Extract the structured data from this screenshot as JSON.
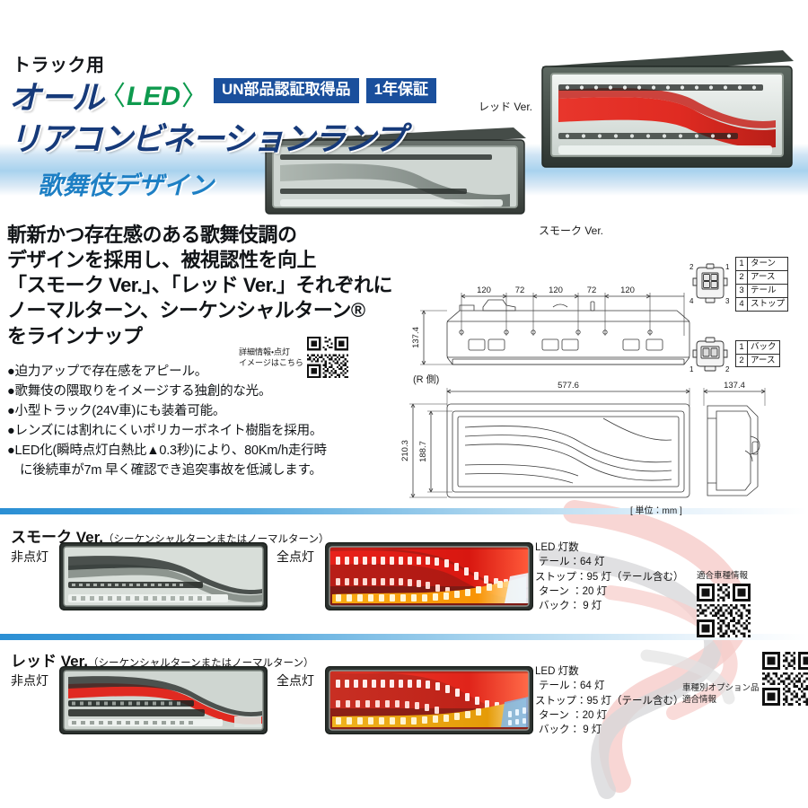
{
  "header": {
    "kicker": "トラック用",
    "title_line1_prefix": "オール",
    "led_text": "LED",
    "title_line2": "リアコンビネーションランプ",
    "badges": [
      "UN部品認証取得品",
      "1年保証"
    ],
    "banner": "歌舞伎デザイン",
    "accent_blue": "#163a7a",
    "badge_blue": "#1a4f9c",
    "led_green": "#0e9a4e",
    "banner_blue": "#1d7fc4"
  },
  "hero": {
    "label_red": "レッド Ver.",
    "label_smoke": "スモーク Ver."
  },
  "copy": {
    "headline": [
      "斬新かつ存在感のある歌舞伎調の",
      "デザインを採用し、被視認性を向上",
      "「スモーク Ver.」、「レッド Ver.」それぞれに",
      "ノーマルターン、シーケンシャルターン®",
      "をラインナップ"
    ],
    "bullets": [
      {
        "text": "●迫力アップで存在感をアピール。",
        "cont": ""
      },
      {
        "text": "●歌舞伎の隈取りをイメージする独創的な光。",
        "cont": ""
      },
      {
        "text": "●小型トラック(24V車)にも装着可能。",
        "cont": ""
      },
      {
        "text": "●レンズには割れにくいポリカーボネイト樹脂を採用。",
        "cont": ""
      },
      {
        "text": "●LED化(瞬時点灯白熱比▲0.3秒)により、80Km/h走行時",
        "cont": "に後続車が7m 早く確認でき追突事故を低減します。"
      }
    ],
    "qr_caption_line1": "詳細情報・点灯",
    "qr_caption_line2": "イメージはこちら"
  },
  "tech": {
    "side_label": "(R 側)",
    "unit_note": "[ 単位：mm ]",
    "top_dims": [
      "120",
      "72",
      "120",
      "72",
      "120"
    ],
    "height_dim": "137.4",
    "length_dim": "577.6",
    "depth_dim": "137.4",
    "front_height_outer": "210.3",
    "front_height_inner": "188.7"
  },
  "connectors": [
    {
      "pin_labels": [
        "2",
        "1",
        "4",
        "3"
      ],
      "rows": [
        {
          "num": "1",
          "label": "ターン"
        },
        {
          "num": "2",
          "label": "アース"
        },
        {
          "num": "3",
          "label": "テール"
        },
        {
          "num": "4",
          "label": "ストップ"
        }
      ]
    },
    {
      "pin_labels": [
        "1",
        "2"
      ],
      "rows": [
        {
          "num": "1",
          "label": "バック"
        },
        {
          "num": "2",
          "label": "アース"
        }
      ]
    }
  ],
  "versions": [
    {
      "title_main": "スモーク Ver.",
      "title_sub": "（シーケンシャルターンまたはノーマルターン）",
      "label_off": "非点灯",
      "label_on": "全点灯",
      "led_spec": {
        "heading": "LED 灯数",
        "rows": [
          "テール：64 灯",
          "ストップ：95 灯（テール含む）",
          "ターン ：20 灯",
          "バック： 9 灯"
        ]
      }
    },
    {
      "title_main": "レッド Ver.",
      "title_sub": "（シーケンシャルターンまたはノーマルターン）",
      "label_off": "非点灯",
      "label_on": "全点灯",
      "led_spec": {
        "heading": "LED 灯数",
        "rows": [
          "テール：64 灯",
          "ストップ：95 灯（テール含む）",
          "ターン ：20 灯",
          "バック： 9 灯"
        ]
      }
    }
  ],
  "qr_blocks": [
    {
      "caption": "適合車種情報"
    },
    {
      "caption_line1": "車種別オプション品",
      "caption_line2": "適合情報"
    }
  ]
}
